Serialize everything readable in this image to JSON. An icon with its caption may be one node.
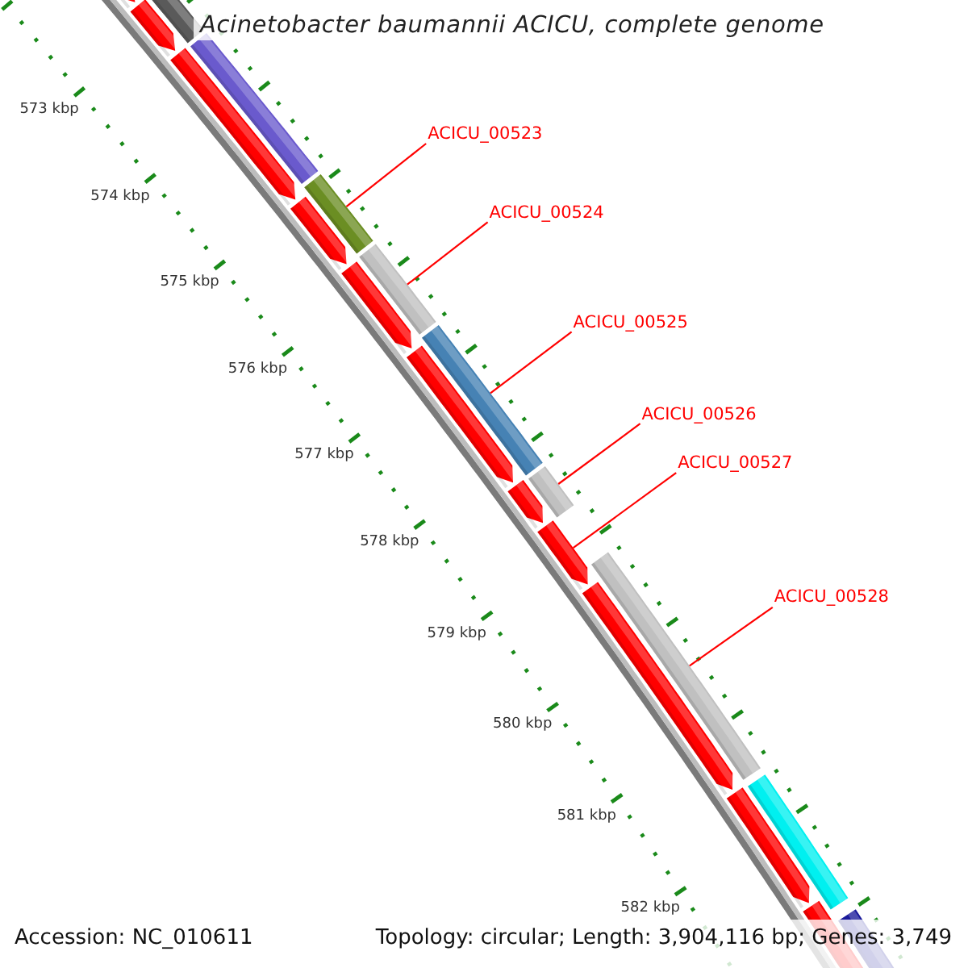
{
  "diagram": {
    "title": "Acinetobacter baumannii ACICU, complete genome",
    "nodes": [
      {
        "text": [
          "ACICU_00523"
        ]
      },
      {
        "text": [
          "ACICU_00524"
        ]
      },
      {
        "text": [
          "ACICU_00525"
        ]
      },
      {
        "text": [
          "ACICU_00526"
        ]
      },
      {
        "text": [
          "ACICU_00527"
        ]
      },
      {
        "text": [
          "ACICU_00528"
        ]
      },
      {
        "text": [],
        "shape": "bar"
      },
      {
        "text": [],
        "shape": "bar"
      },
      {
        "text": [],
        "shape": "bar"
      },
      {
        "text": [],
        "shape": "bar"
      },
      {
        "text": [],
        "shape": "bar"
      },
      {
        "text": [],
        "shape": "bar"
      }
    ],
    "edges": [
      {
        "from": 0,
        "to": 6,
        "arrow": "none"
      },
      {
        "from": 1,
        "to": 7,
        "arrow": "none"
      },
      {
        "from": 2,
        "to": 8,
        "arrow": "none"
      },
      {
        "from": 3,
        "to": 9,
        "arrow": "none"
      },
      {
        "from": 4,
        "to": 10,
        "arrow": "none"
      },
      {
        "from": 5,
        "to": 11,
        "arrow": "none"
      }
    ],
    "labels": [
      "573 kbp",
      "574 kbp",
      "575 kbp",
      "576 kbp",
      "577 kbp",
      "578 kbp",
      "579 kbp",
      "580 kbp",
      "581 kbp",
      "582 kbp",
      "Accession: NC_010611",
      "Topology: circular; Length: 3,904,116 bp; Genes: 3,749"
    ]
  }
}
